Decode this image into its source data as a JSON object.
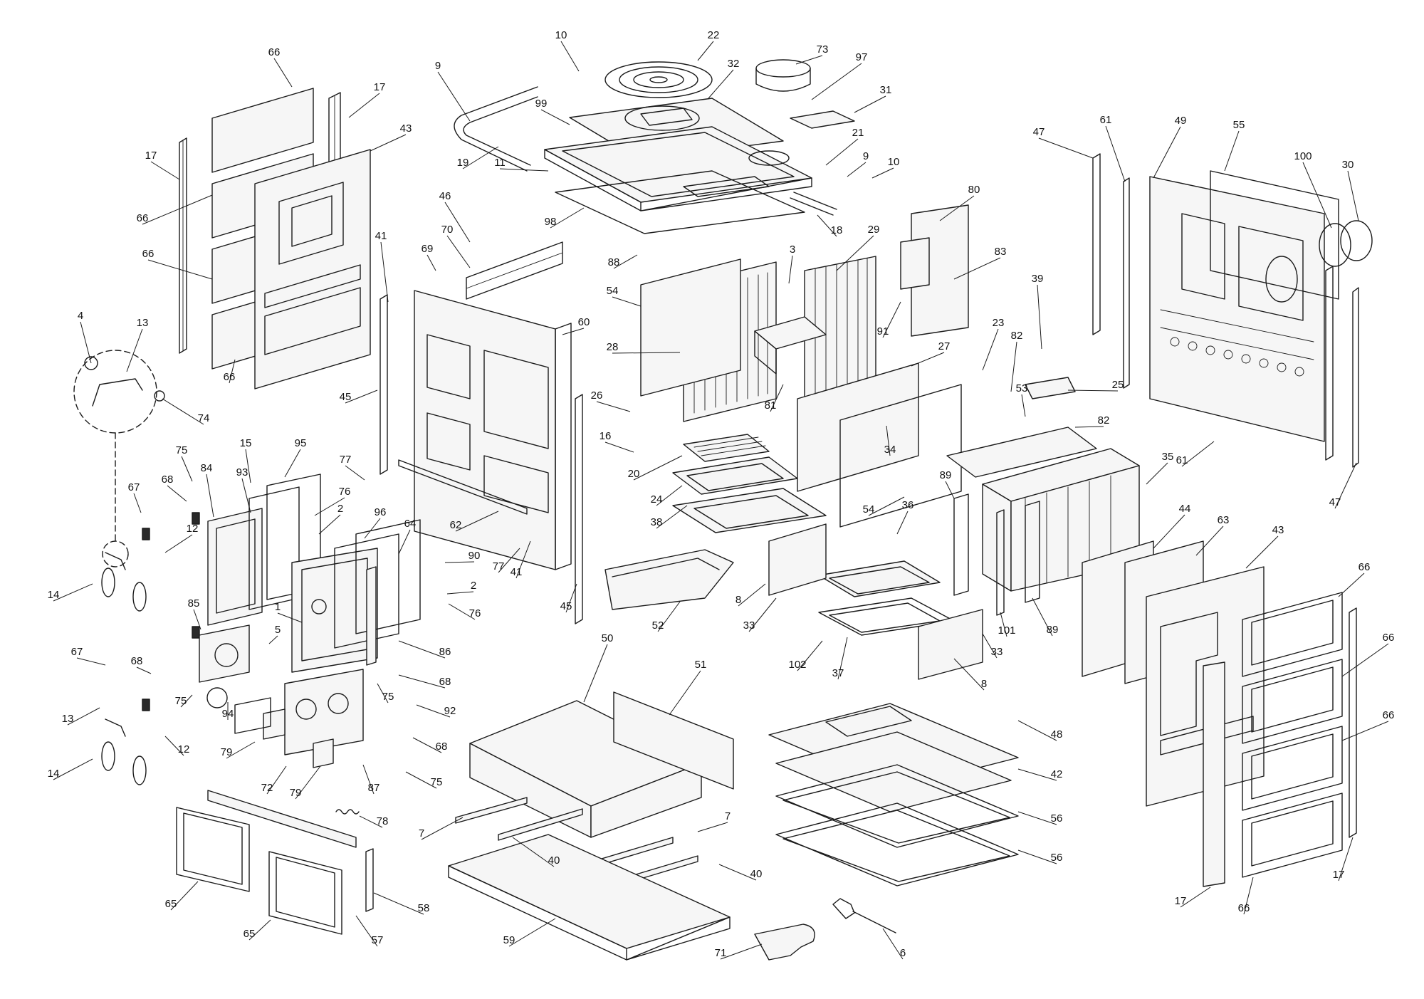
{
  "callouts": [
    "1",
    "2",
    "3",
    "4",
    "5",
    "6",
    "7",
    "8",
    "9",
    "10",
    "11",
    "12",
    "13",
    "14",
    "15",
    "16",
    "17",
    "18",
    "19",
    "20",
    "21",
    "22",
    "23",
    "24",
    "25",
    "26",
    "27",
    "28",
    "29",
    "30",
    "31",
    "32",
    "33",
    "34",
    "35",
    "36",
    "37",
    "38",
    "39",
    "40",
    "41",
    "42",
    "43",
    "44",
    "45",
    "46",
    "47",
    "48",
    "49",
    "50",
    "51",
    "52",
    "53",
    "54",
    "55",
    "56",
    "57",
    "58",
    "59",
    "60",
    "61",
    "62",
    "63",
    "64",
    "65",
    "66",
    "67",
    "68",
    "69",
    "70",
    "71",
    "72",
    "73",
    "74",
    "75",
    "76",
    "77",
    "78",
    "79",
    "80",
    "81",
    "82",
    "83",
    "84",
    "85",
    "86",
    "87",
    "88",
    "89",
    "90",
    "91",
    "92",
    "93",
    "94",
    "95",
    "96",
    "97",
    "98",
    "99",
    "100",
    "101",
    "102"
  ]
}
